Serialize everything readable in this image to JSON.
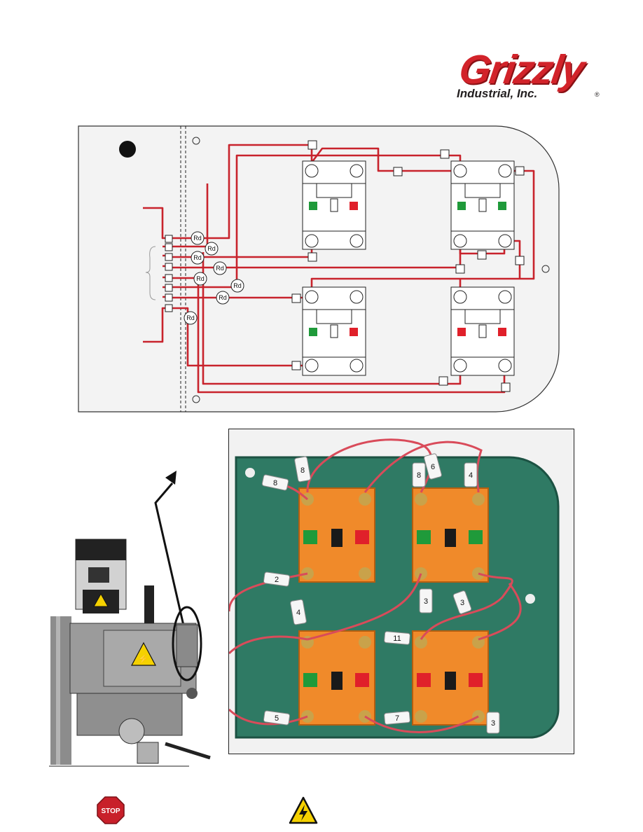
{
  "logo": {
    "wordmark": "Grizzly",
    "subtitle": "Industrial, Inc.",
    "registered": "®"
  },
  "wiring_diagram": {
    "resistor_label": "Rd",
    "resistor_count": 8,
    "switch_count": 4,
    "colors": {
      "wire": "#c8232c",
      "panel": "#f2f2f2",
      "green_button": "#1f9a3a",
      "red_button": "#e0202a"
    }
  },
  "photo": {
    "wire_tag_labels": [
      "8",
      "8",
      "8",
      "4",
      "6",
      "3",
      "3",
      "3",
      "4",
      "11",
      "5",
      "7",
      "2"
    ],
    "colors": {
      "panel": "#2f7a64",
      "switch_body": "#f08a2a",
      "wire": "#d94b5a"
    }
  },
  "footer": {
    "stop_icon_text": "STOP",
    "warning_icon": "high-voltage-warning-icon"
  }
}
